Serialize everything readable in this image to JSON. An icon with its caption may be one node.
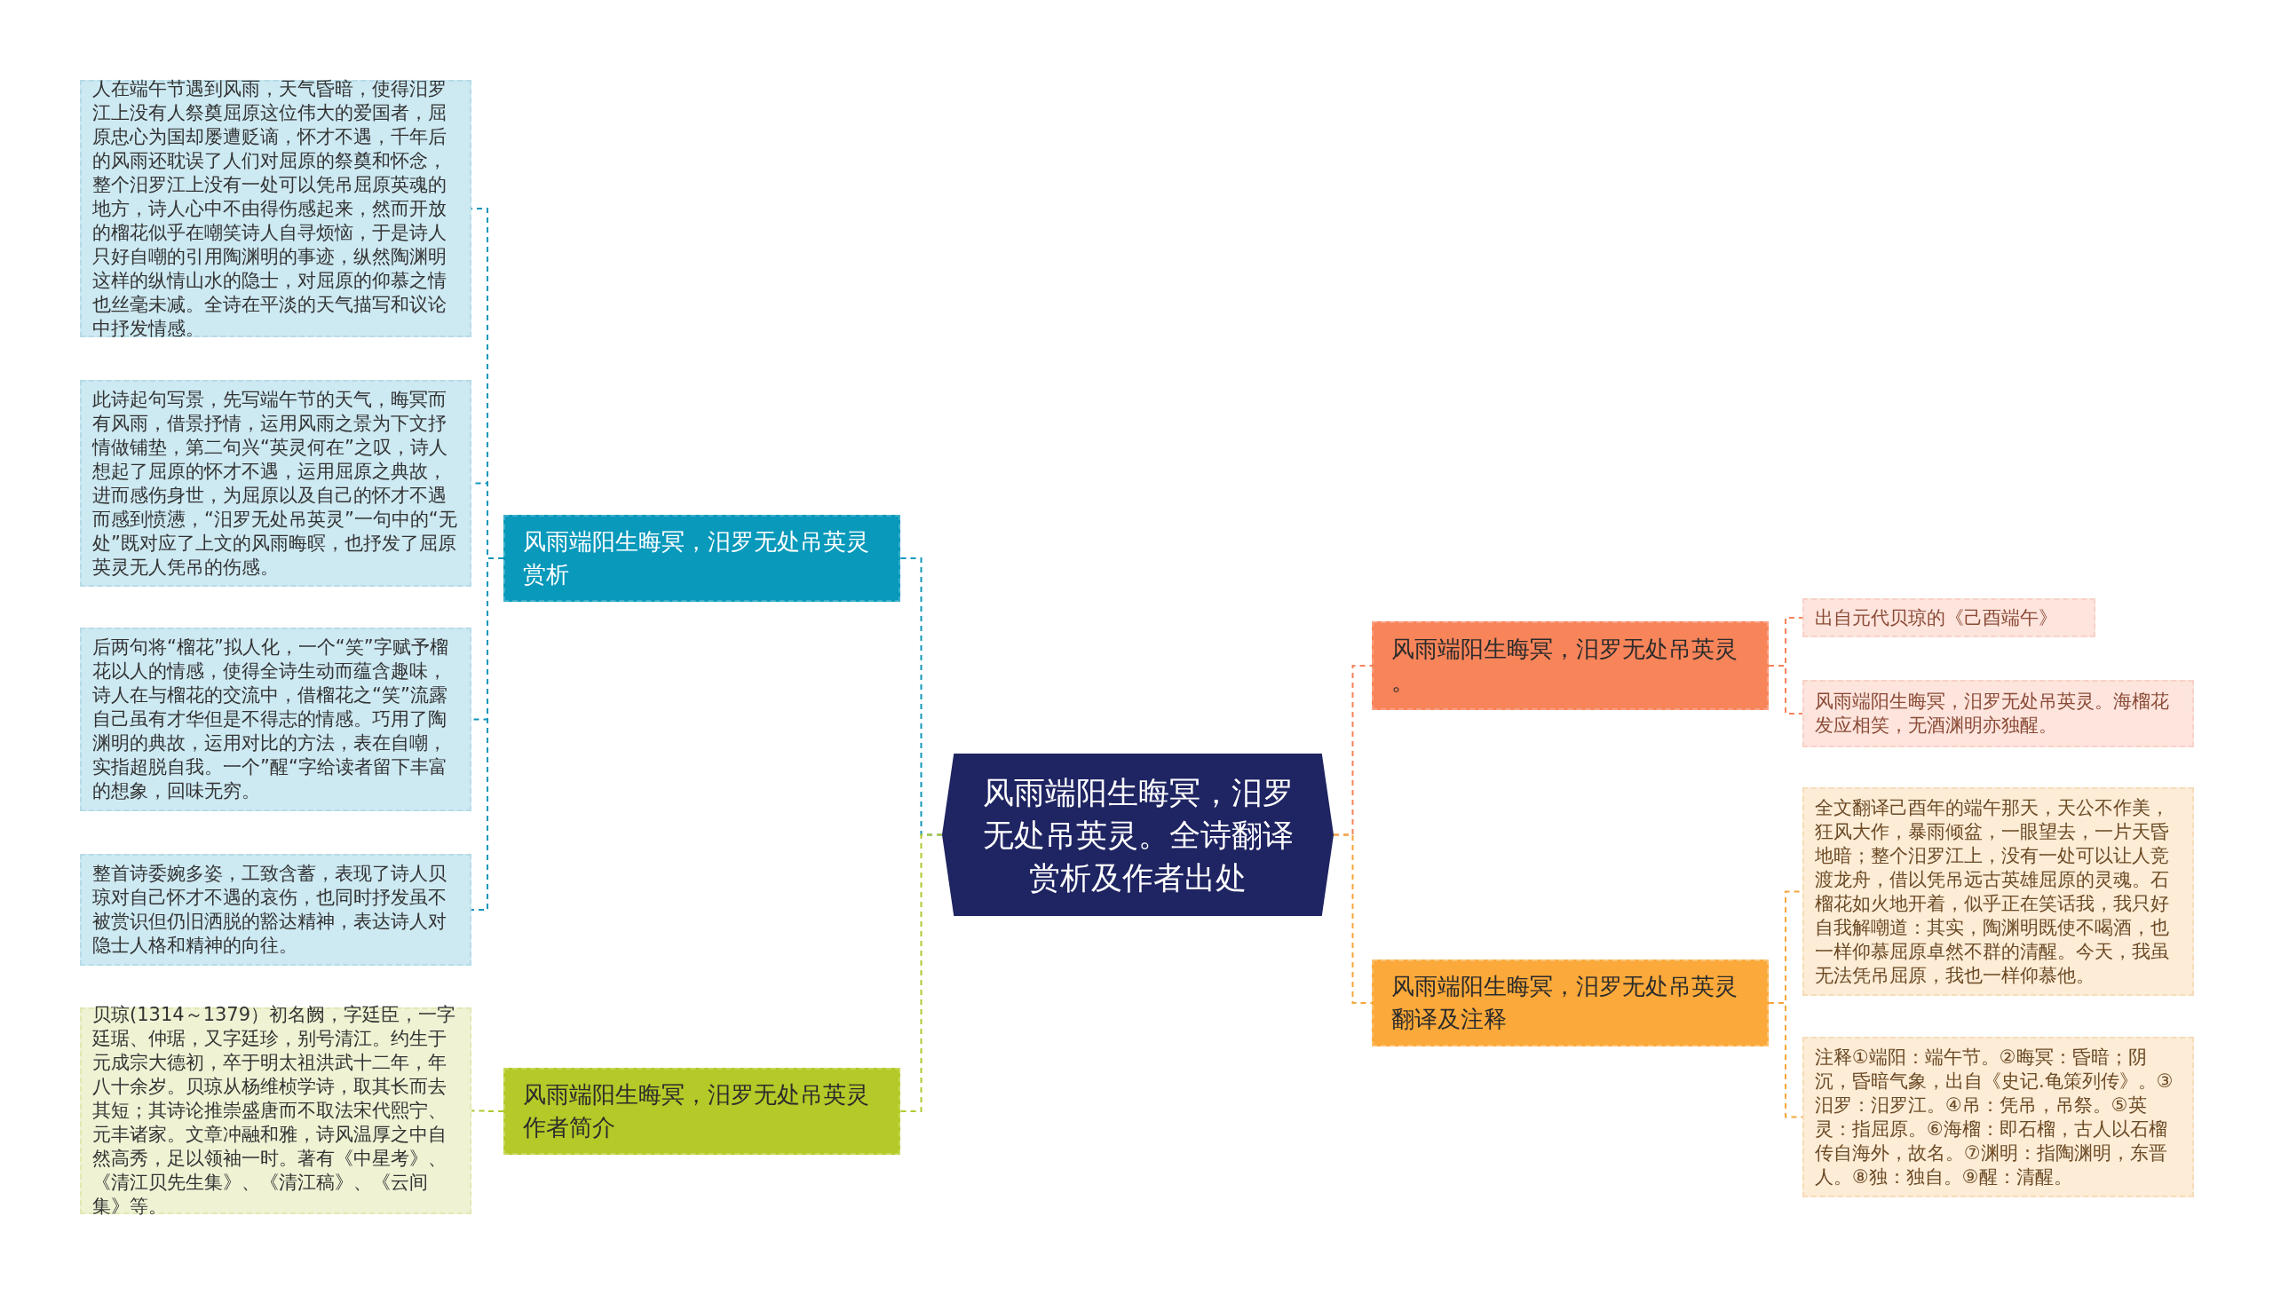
{
  "diagram": {
    "nodes": [
      {
        "text": [
          "风雨端阳生晦冥，汨罗无处吊英灵。全诗翻译赏析及作者出处"
        ]
      },
      {
        "text": [
          "风雨端阳生晦冥，汨罗无处吊英灵赏析"
        ]
      },
      {
        "text": [
          "人在端午节遇到风雨，天气昏暗，使得汨罗江上没有人祭奠屈原这位伟大的爱国者，屈原忠心为国却屡遭贬谪，怀才不遇，千年后的风雨还耽误了人们对屈原的祭奠和怀念，整个汨罗江上没有一处可以凭吊屈原英魂的地方，诗人心中不由得伤感起来，然而开放的榴花似乎在嘲笑诗人自寻烦恼，于是诗人只好自嘲的引用陶渊明的事迹，纵然陶渊明这样的纵情山水的隐士，对屈原的仰慕之情也丝毫未减。全诗在平淡的天气描写和议论中抒发情感。"
        ]
      },
      {
        "text": [
          "此诗起句写景，先写端午节的天气，晦冥而有风雨，借景抒情，运用风雨之景为下文抒情做铺垫，第二句兴“英灵何在”之叹，诗人想起了屈原的怀才不遇，运用屈原之典故，进而感伤身世，为屈原以及自己的怀才不遇而感到愤懑，“汨罗无处吊英灵”一句中的“无处”既对应了上文的风雨晦暝，也抒发了屈原英灵无人凭吊的伤感。"
        ]
      },
      {
        "text": [
          "后两句将“榴花”拟人化，一个“笑”字赋予榴花以人的情感，使得全诗生动而蕴含趣味，诗人在与榴花的交流中，借榴花之“笑”流露自己虽有才华但是不得志的情感。巧用了陶渊明的典故，运用对比的方法，表在自嘲，实指超脱自我。一个”醒“字给读者留下丰富的想象，回味无穷。"
        ]
      },
      {
        "text": [
          "整首诗委婉多姿，工致含蓄，表现了诗人贝琼对自己怀才不遇的哀伤，也同时抒发虽不被赏识但仍旧洒脱的豁达精神，表达诗人对隐士人格和精神的向往。"
        ]
      },
      {
        "text": [
          "风雨端阳生晦冥，汨罗无处吊英灵作者简介"
        ]
      },
      {
        "text": [
          "贝琼(1314～1379）初名阙，字廷臣，一字廷琚、仲琚，又字廷珍，别号清江。约生于元成宗大德初，卒于明太祖洪武十二年，年八十余岁。贝琼从杨维桢学诗，取其长而去其短；其诗论推崇盛唐而不取法宋代熙宁、元丰诸家。文章冲融和雅，诗风温厚之中自然高秀，足以领袖一时。著有《中星考》、《清江贝先生集》、《清江稿》、《云间集》等。"
        ]
      },
      {
        "text": [
          "风雨端阳生晦冥，汨罗无处吊英灵。"
        ]
      },
      {
        "text": [
          "出自元代贝琼的《己酉端午》"
        ]
      },
      {
        "text": [
          "风雨端阳生晦冥，汨罗无处吊英灵。海榴花发应相笑，无酒渊明亦独醒。"
        ]
      },
      {
        "text": [
          "风雨端阳生晦冥，汨罗无处吊英灵翻译及注释"
        ]
      },
      {
        "text": [
          "全文翻译己酉年的端午那天，天公不作美，狂风大作，暴雨倾盆，一眼望去，一片天昏地暗；整个汨罗江上，没有一处可以让人竞渡龙舟，借以凭吊远古英雄屈原的灵魂。石榴花如火地开着，似乎正在笑话我，我只好自我解嘲道：其实，陶渊明既使不喝酒，也一样仰慕屈原卓然不群的清醒。今天，我虽无法凭吊屈原，我也一样仰慕他。"
        ]
      },
      {
        "text": [
          "注释①端阳：端午节。②晦冥：昏暗；阴沉，昏暗气象，出自《史记.龟策列传》。③汨罗：汨罗江。④吊：凭吊，吊祭。⑤英灵：指屈原。⑥海榴：即石榴，古人以石榴传自海外，故名。⑦渊明：指陶渊明，东晋人。⑧独：独自。⑨醒：清醒。"
        ]
      }
    ],
    "edges": [
      {
        "from": 0,
        "to": 1,
        "arrow": "none",
        "style": "dashed",
        "color": "#0f97b9"
      },
      {
        "from": 1,
        "to": 2,
        "arrow": "none",
        "style": "dashed",
        "color": "#0f97b9"
      },
      {
        "from": 1,
        "to": 3,
        "arrow": "none",
        "style": "dashed",
        "color": "#0f97b9"
      },
      {
        "from": 1,
        "to": 4,
        "arrow": "none",
        "style": "dashed",
        "color": "#0f97b9"
      },
      {
        "from": 1,
        "to": 5,
        "arrow": "none",
        "style": "dashed",
        "color": "#0f97b9"
      },
      {
        "from": 0,
        "to": 6,
        "arrow": "none",
        "style": "dashed",
        "color": "#b3c82c"
      },
      {
        "from": 6,
        "to": 7,
        "arrow": "none",
        "style": "dashed",
        "color": "#b3c82c"
      },
      {
        "from": 0,
        "to": 8,
        "arrow": "none",
        "style": "dashed",
        "color": "#f4835a"
      },
      {
        "from": 8,
        "to": 9,
        "arrow": "none",
        "style": "dashed",
        "color": "#f4835a"
      },
      {
        "from": 8,
        "to": 10,
        "arrow": "none",
        "style": "dashed",
        "color": "#f4835a"
      },
      {
        "from": 0,
        "to": 11,
        "arrow": "none",
        "style": "dashed",
        "color": "#f5a63c"
      },
      {
        "from": 11,
        "to": 12,
        "arrow": "none",
        "style": "dashed",
        "color": "#f5a63c"
      },
      {
        "from": 11,
        "to": 13,
        "arrow": "none",
        "style": "dashed",
        "color": "#f5a63c"
      }
    ]
  }
}
